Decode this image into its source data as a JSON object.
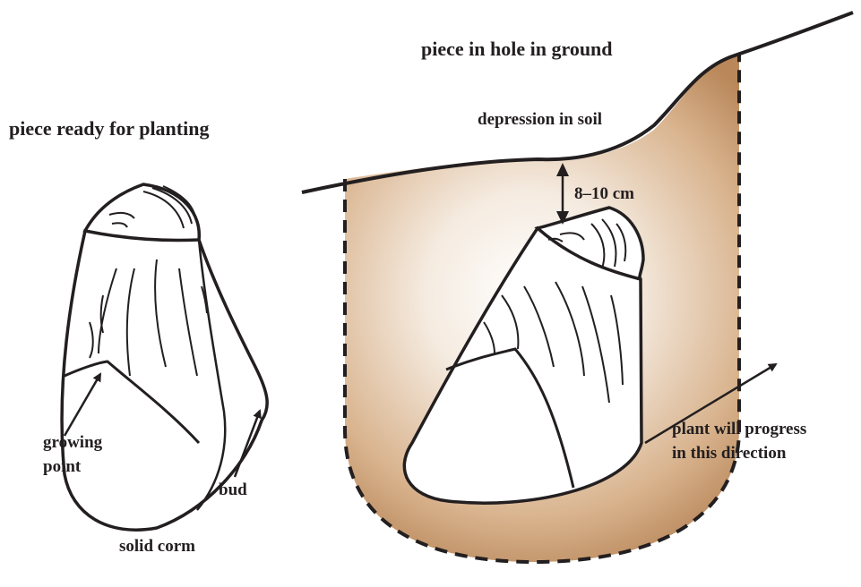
{
  "left_panel": {
    "title": "piece ready for planting",
    "labels": {
      "growing_point": [
        "growing",
        "point"
      ],
      "bud": "bud",
      "solid_corm": "solid corm"
    }
  },
  "right_panel": {
    "title": "piece in hole in ground",
    "labels": {
      "depression": "depression in soil",
      "depth": "8–10 cm",
      "direction": [
        "plant will progress",
        "in this direction"
      ]
    }
  },
  "colors": {
    "soil_edge": "#b9875a",
    "soil_center": "#ffffff",
    "ink": "#231f20"
  }
}
